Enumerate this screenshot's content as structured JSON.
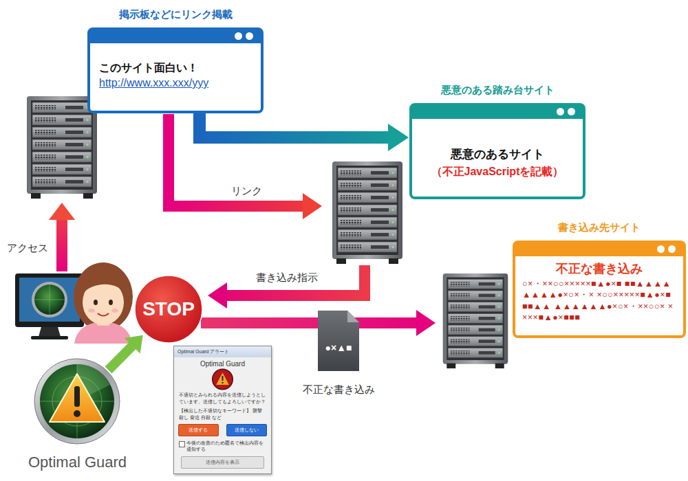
{
  "diagram": {
    "nodes": [
      {
        "text": [
          "掲示板などにリンク掲載",
          "このサイト面白い！",
          "http://www.xxx.xxx/yyy"
        ]
      },
      {
        "text": [
          "悪意のある踏み台サイト",
          "悪意のあるサイト",
          "（不正JavaScriptを記載）"
        ]
      },
      {
        "text": [
          "書き込み先サイト",
          "不正な書き込み",
          "○×・××○○×××××■▲●×■ ■■▲▲▲▲▲▲▲▲●×○×・× ×○○×××××■▲●×■■■▲▲ ▲▲▲▲▲▲●×○×・××○○× ××××■▲●×■■■"
        ]
      },
      {
        "text": [
          "STOP"
        ]
      },
      {
        "text": [
          "Optimal Guard"
        ]
      },
      {
        "text": [
          "Optimal Guard アラート",
          "Optimal Guard",
          "不適切とみられる内容を送信しようとしています。送信してもよろしいですか？",
          "【検出した不適切なキーワード】 襲撃 殺し 脅迫 自殺 など",
          "今後の改善のため匿名で検出内容を通知する"
        ]
      },
      {
        "text": [
          "送信する"
        ],
        "in": 5
      },
      {
        "text": [
          "送信しない"
        ],
        "in": 5
      },
      {
        "text": [
          "送信内容を表示"
        ],
        "in": 5
      }
    ],
    "edges": [
      {
        "from": 0,
        "to": 1,
        "arrow": "to"
      },
      {
        "from": 4,
        "to": 3,
        "arrow": "to"
      }
    ],
    "labels": [
      "アクセス",
      "リンク",
      "書き込み指示",
      "●×▲■",
      "不正な書き込み"
    ]
  }
}
